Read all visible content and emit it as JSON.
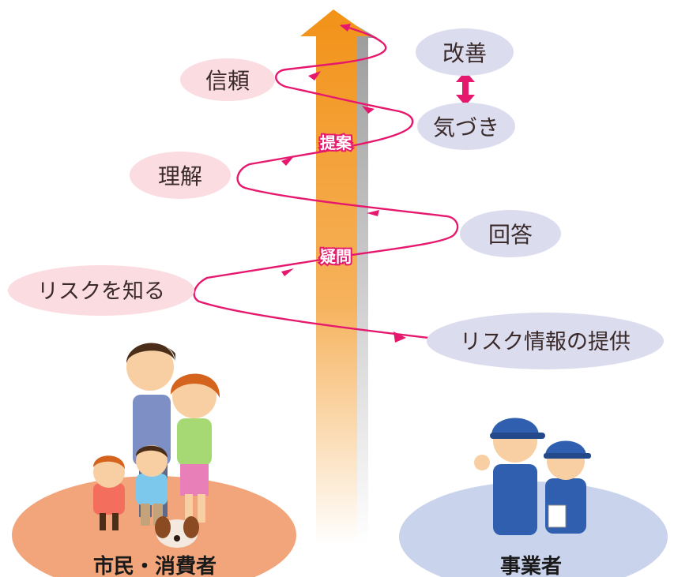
{
  "citizen_labels": {
    "trust": "信頼",
    "understanding": "理解",
    "know_risk": "リスクを知る"
  },
  "business_labels": {
    "improvement": "改善",
    "awareness": "気づき",
    "answer": "回答",
    "risk_info": "リスク情報の提供"
  },
  "arrow_labels": {
    "proposal": "提案",
    "question": "疑問"
  },
  "groups": {
    "citizens": "市民・消費者",
    "business": "事業者"
  },
  "colors": {
    "citizen_bubble": "#fbdce0",
    "business_bubble": "#dcdcef",
    "pink_line": "#e6186e",
    "arrow_top": "#f39a1e",
    "arrow_bottom": "#ffffff",
    "citizen_ground": "#f2a57a",
    "business_ground": "#c9d4ec"
  }
}
